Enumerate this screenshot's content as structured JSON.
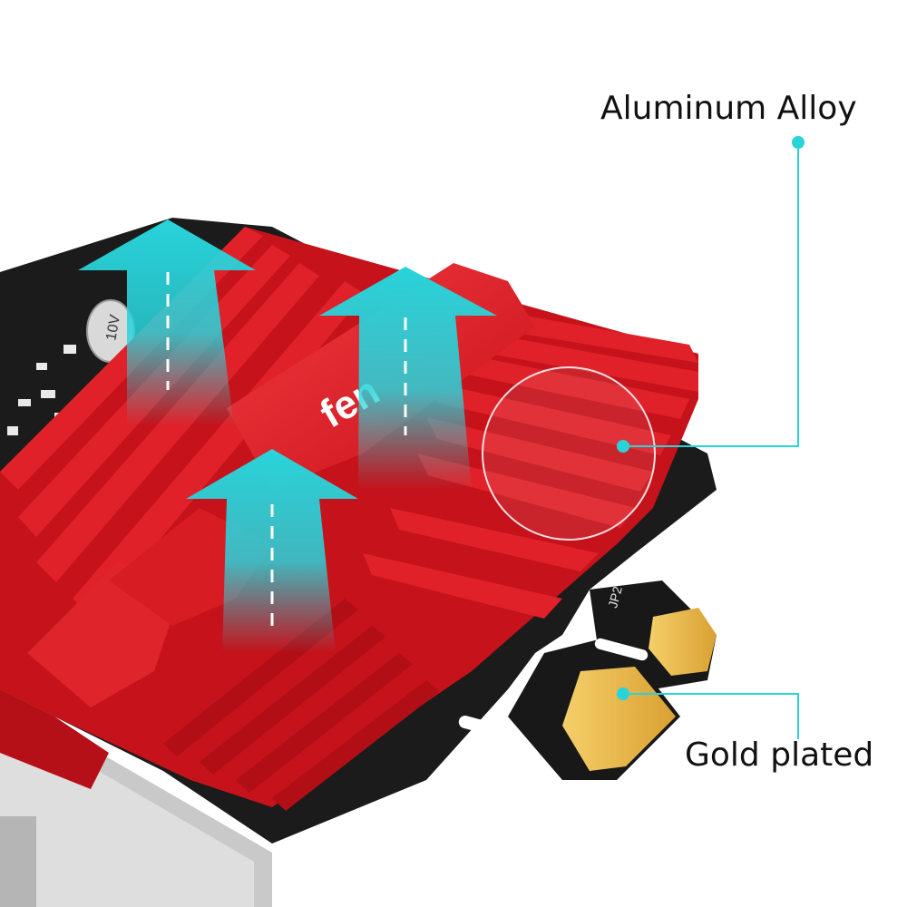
{
  "callouts": {
    "aluminum": {
      "label": "Aluminum Alloy"
    },
    "gold": {
      "label": "Gold plated"
    }
  },
  "card": {
    "brand_text": "fen",
    "capacitor_text": "10V",
    "silk_jp2": "JP2"
  },
  "colors": {
    "accent": "#29d3da",
    "heatsink": "#d3141c",
    "pcb": "#1b1b1b",
    "gold": "#e7b640"
  },
  "icons": [
    "airflow-arrow-icon",
    "callout-dot-icon"
  ]
}
